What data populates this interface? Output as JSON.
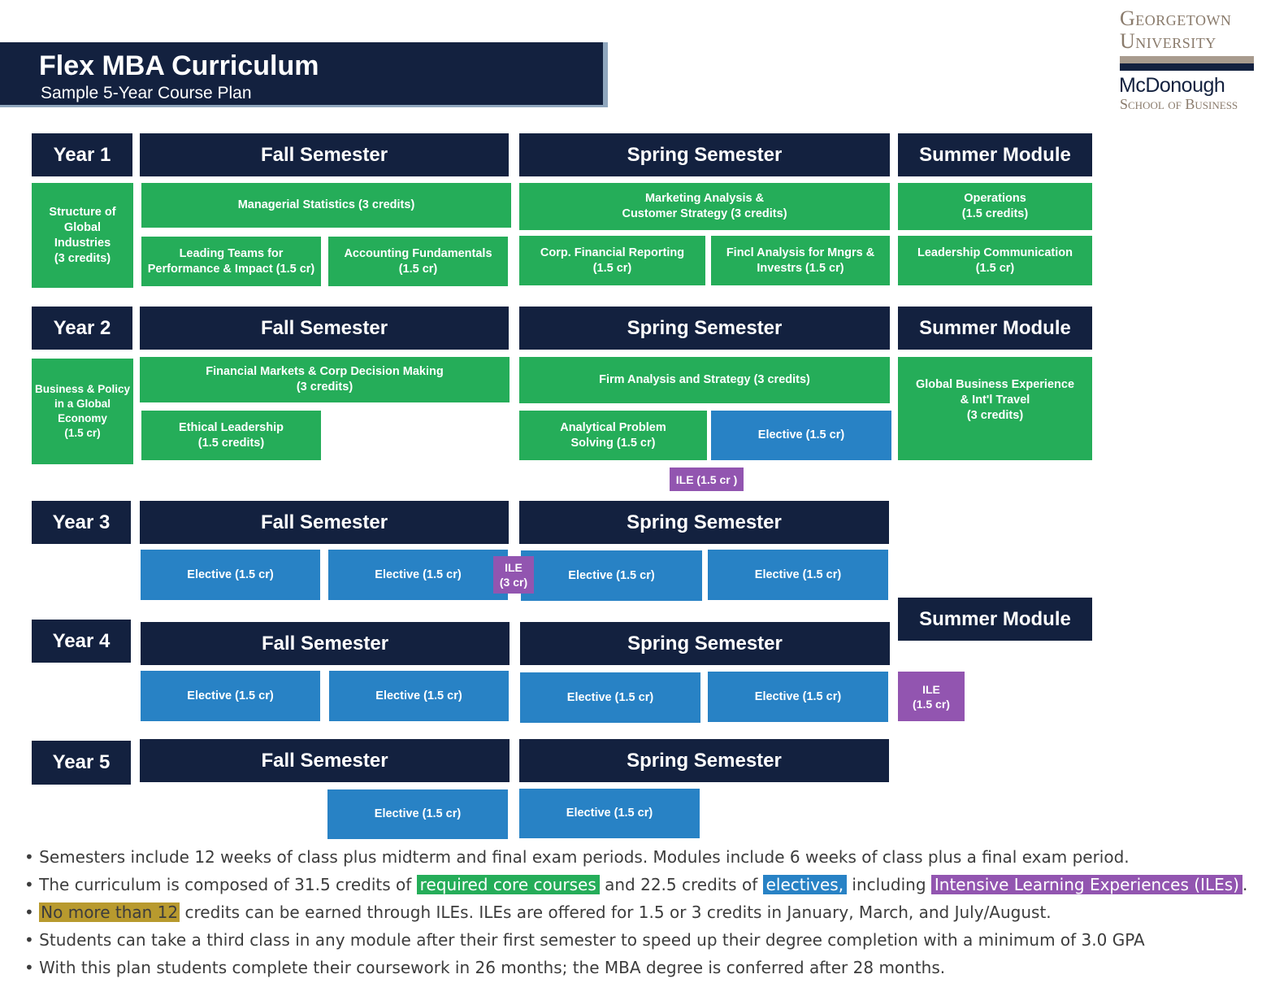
{
  "header": {
    "title": "Flex MBA Curriculum",
    "subtitle": "Sample 5-Year Course Plan"
  },
  "logo": {
    "university_line1": "Georgetown",
    "university_line2": "University",
    "school_name": "McDonough",
    "school_line": "School of Business"
  },
  "colors": {
    "navy": "#13213f",
    "core_green": "#25ad59",
    "elective_blue": "#2882c5",
    "ile_purple": "#9255b0",
    "highlight_gold": "#b89a2e"
  },
  "year1": {
    "label": "Year 1",
    "fall": "Fall Semester",
    "spring": "Spring Semester",
    "summer": "Summer  Module",
    "courses": {
      "structure": "Structure of\nGlobal\nIndustries\n(3 credits)",
      "managerial_stats": "Managerial Statistics (3 credits)",
      "leading_teams": "Leading Teams for\nPerformance & Impact (1.5 cr)",
      "accounting": "Accounting Fundamentals\n(1.5 cr)",
      "marketing": "Marketing Analysis &\nCustomer Strategy (3 credits)",
      "corp_fin_reporting": "Corp. Financial Reporting\n(1.5 cr)",
      "fincl_analysis": "Fincl Analysis for Mngrs &\nInvestrs (1.5 cr)",
      "operations": "Operations\n(1.5 credits)",
      "leadership_comm": "Leadership Communication\n(1.5 cr)"
    }
  },
  "year2": {
    "label": "Year 2",
    "fall": "Fall Semester",
    "spring": "Spring Semester",
    "summer": "Summer  Module",
    "courses": {
      "business_policy": "Business & Policy\nin a Global\nEconomy\n(1.5 cr)",
      "financial_markets": "Financial Markets & Corp Decision Making\n(3 credits)",
      "ethical_leadership": "Ethical Leadership\n(1.5 credits)",
      "firm_analysis": "Firm Analysis and Strategy (3 credits)",
      "analytical_problem": "Analytical Problem\nSolving (1.5 cr)",
      "elective": "Elective (1.5 cr)",
      "global_business": "Global Business Experience\n& Int'l Travel\n(3 credits)",
      "ile": "ILE (1.5 cr )"
    }
  },
  "year3": {
    "label": "Year 3",
    "fall": "Fall Semester",
    "spring": "Spring Semester",
    "courses": {
      "elective_a": "Elective (1.5 cr)",
      "elective_b": "Elective (1.5 cr)",
      "ile": "ILE\n(3 cr)",
      "elective_c": "Elective (1.5 cr)",
      "elective_d": "Elective (1.5 cr)"
    }
  },
  "year4": {
    "label": "Year 4",
    "fall": "Fall Semester",
    "spring": "Spring Semester",
    "summer": "Summer  Module",
    "courses": {
      "elective_a": "Elective (1.5 cr)",
      "elective_b": "Elective (1.5 cr)",
      "elective_c": "Elective (1.5 cr)",
      "elective_d": "Elective (1.5 cr)",
      "ile": "ILE\n(1.5 cr)"
    }
  },
  "year5": {
    "label": "Year 5",
    "fall": "Fall Semester",
    "spring": "Spring Semester",
    "courses": {
      "elective_a": "Elective (1.5 cr)",
      "elective_b": "Elective (1.5 cr)"
    }
  },
  "notes": {
    "n1": "Semesters include 12 weeks of class plus midterm and final exam periods.   Modules include 6 weeks of class plus a final exam period.",
    "n2_a": "The curriculum is composed of 31.5 credits of ",
    "n2_core": "required core courses",
    "n2_b": " and 22.5 credits of ",
    "n2_electives": "electives,",
    "n2_c": " including ",
    "n2_ile": "Intensive Learning Experiences (ILEs)",
    "n2_d": ".",
    "n3_highlight": "No more than 12",
    "n3_rest": " credits can be earned through ILEs. ILEs are offered for 1.5 or 3 credits in January, March, and July/August.",
    "n4": "Students can take a third class in any module after their first semester to speed up their degree completion with a minimum of 3.0 GPA",
    "n5": "With this plan students complete their coursework in 26 months; the MBA degree is conferred after 28 months."
  }
}
